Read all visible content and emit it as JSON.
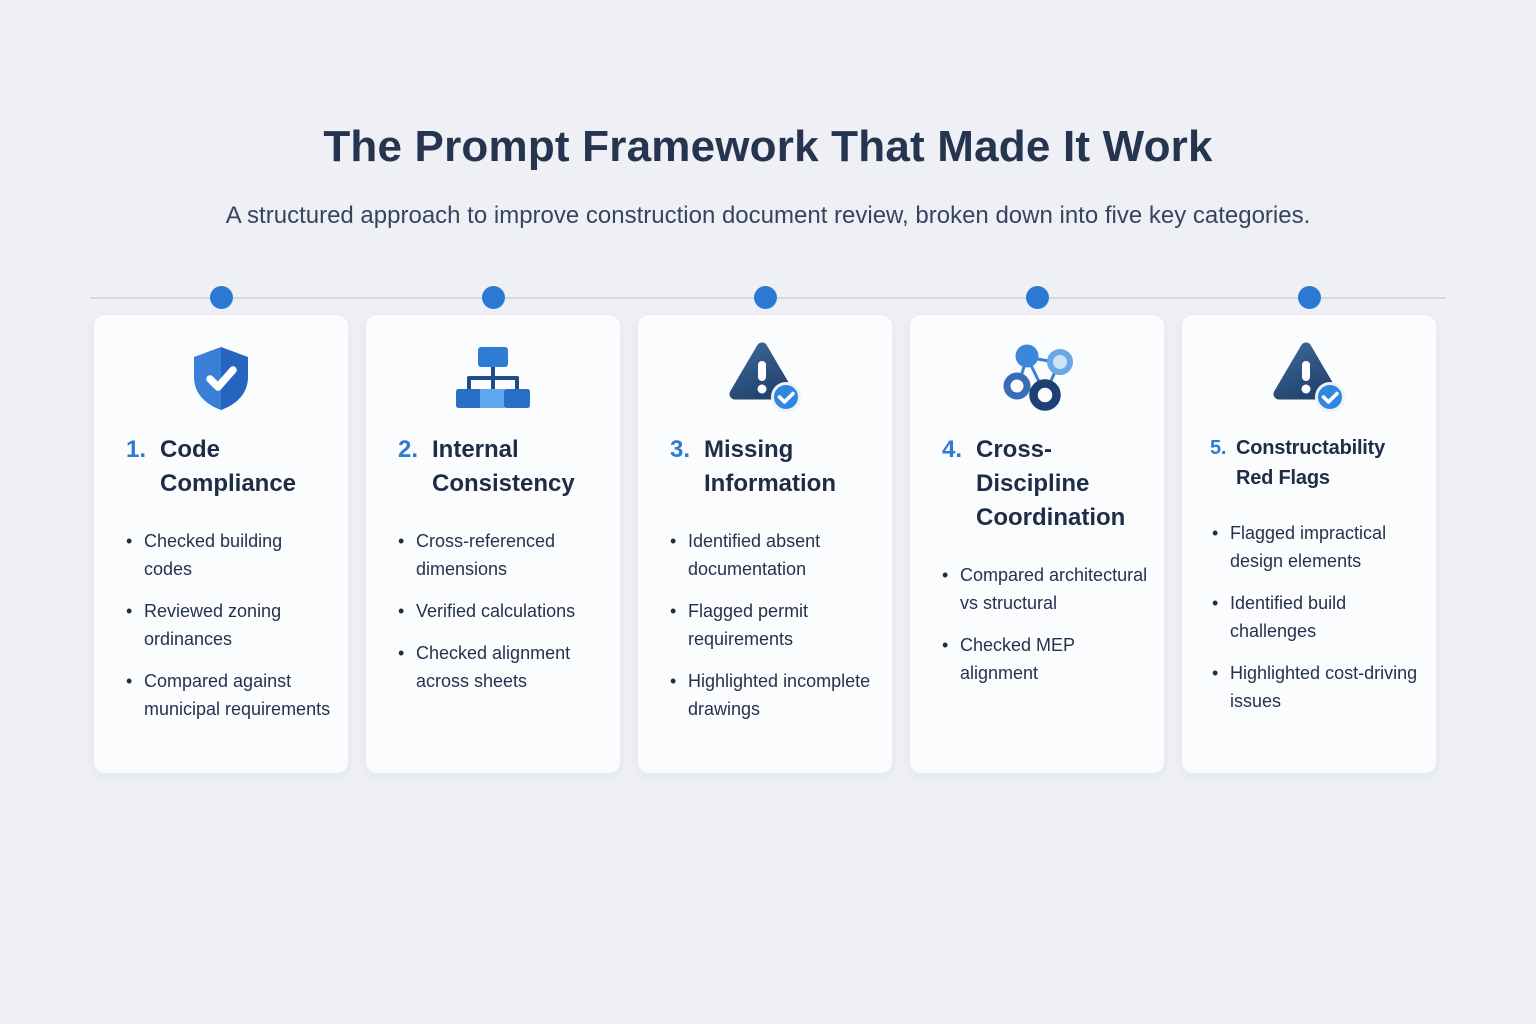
{
  "header": {
    "title": "The Prompt Framework That Made It Work",
    "subtitle": "A structured approach to improve construction document review, broken down into five key categories."
  },
  "colors": {
    "background": "#eef0f6",
    "card_background": "#fbfcfe",
    "accent_blue": "#2e7ad2",
    "heading_navy": "#1f2c46",
    "body_text": "#25324c",
    "timeline_line": "#d7dae3",
    "timeline_dot": "#2b79d3"
  },
  "timeline": {
    "dot_count": 5
  },
  "cards": [
    {
      "number": "1.",
      "title": "Code Compliance",
      "icon": "shield-check-icon",
      "bullets": [
        "Checked building codes",
        "Reviewed zoning ordinances",
        "Compared against municipal requirements"
      ]
    },
    {
      "number": "2.",
      "title": "Internal Consistency",
      "icon": "org-chart-icon",
      "bullets": [
        "Cross-referenced dimensions",
        "Verified calculations",
        "Checked alignment across sheets"
      ]
    },
    {
      "number": "3.",
      "title": "Missing Information",
      "icon": "warning-check-icon",
      "bullets": [
        "Identified absent documentation",
        "Flagged permit requirements",
        "Highlighted incomplete drawings"
      ]
    },
    {
      "number": "4.",
      "title": "Cross-Discipline Coordination",
      "icon": "network-nodes-icon",
      "bullets": [
        "Compared architectural vs structural",
        "Checked MEP alignment"
      ]
    },
    {
      "number": "5.",
      "title": "Constructability Red Flags",
      "icon": "warning-check-icon",
      "bullets": [
        "Flagged impractical design elements",
        "Identified build challenges",
        "Highlighted cost-driving issues"
      ]
    }
  ]
}
